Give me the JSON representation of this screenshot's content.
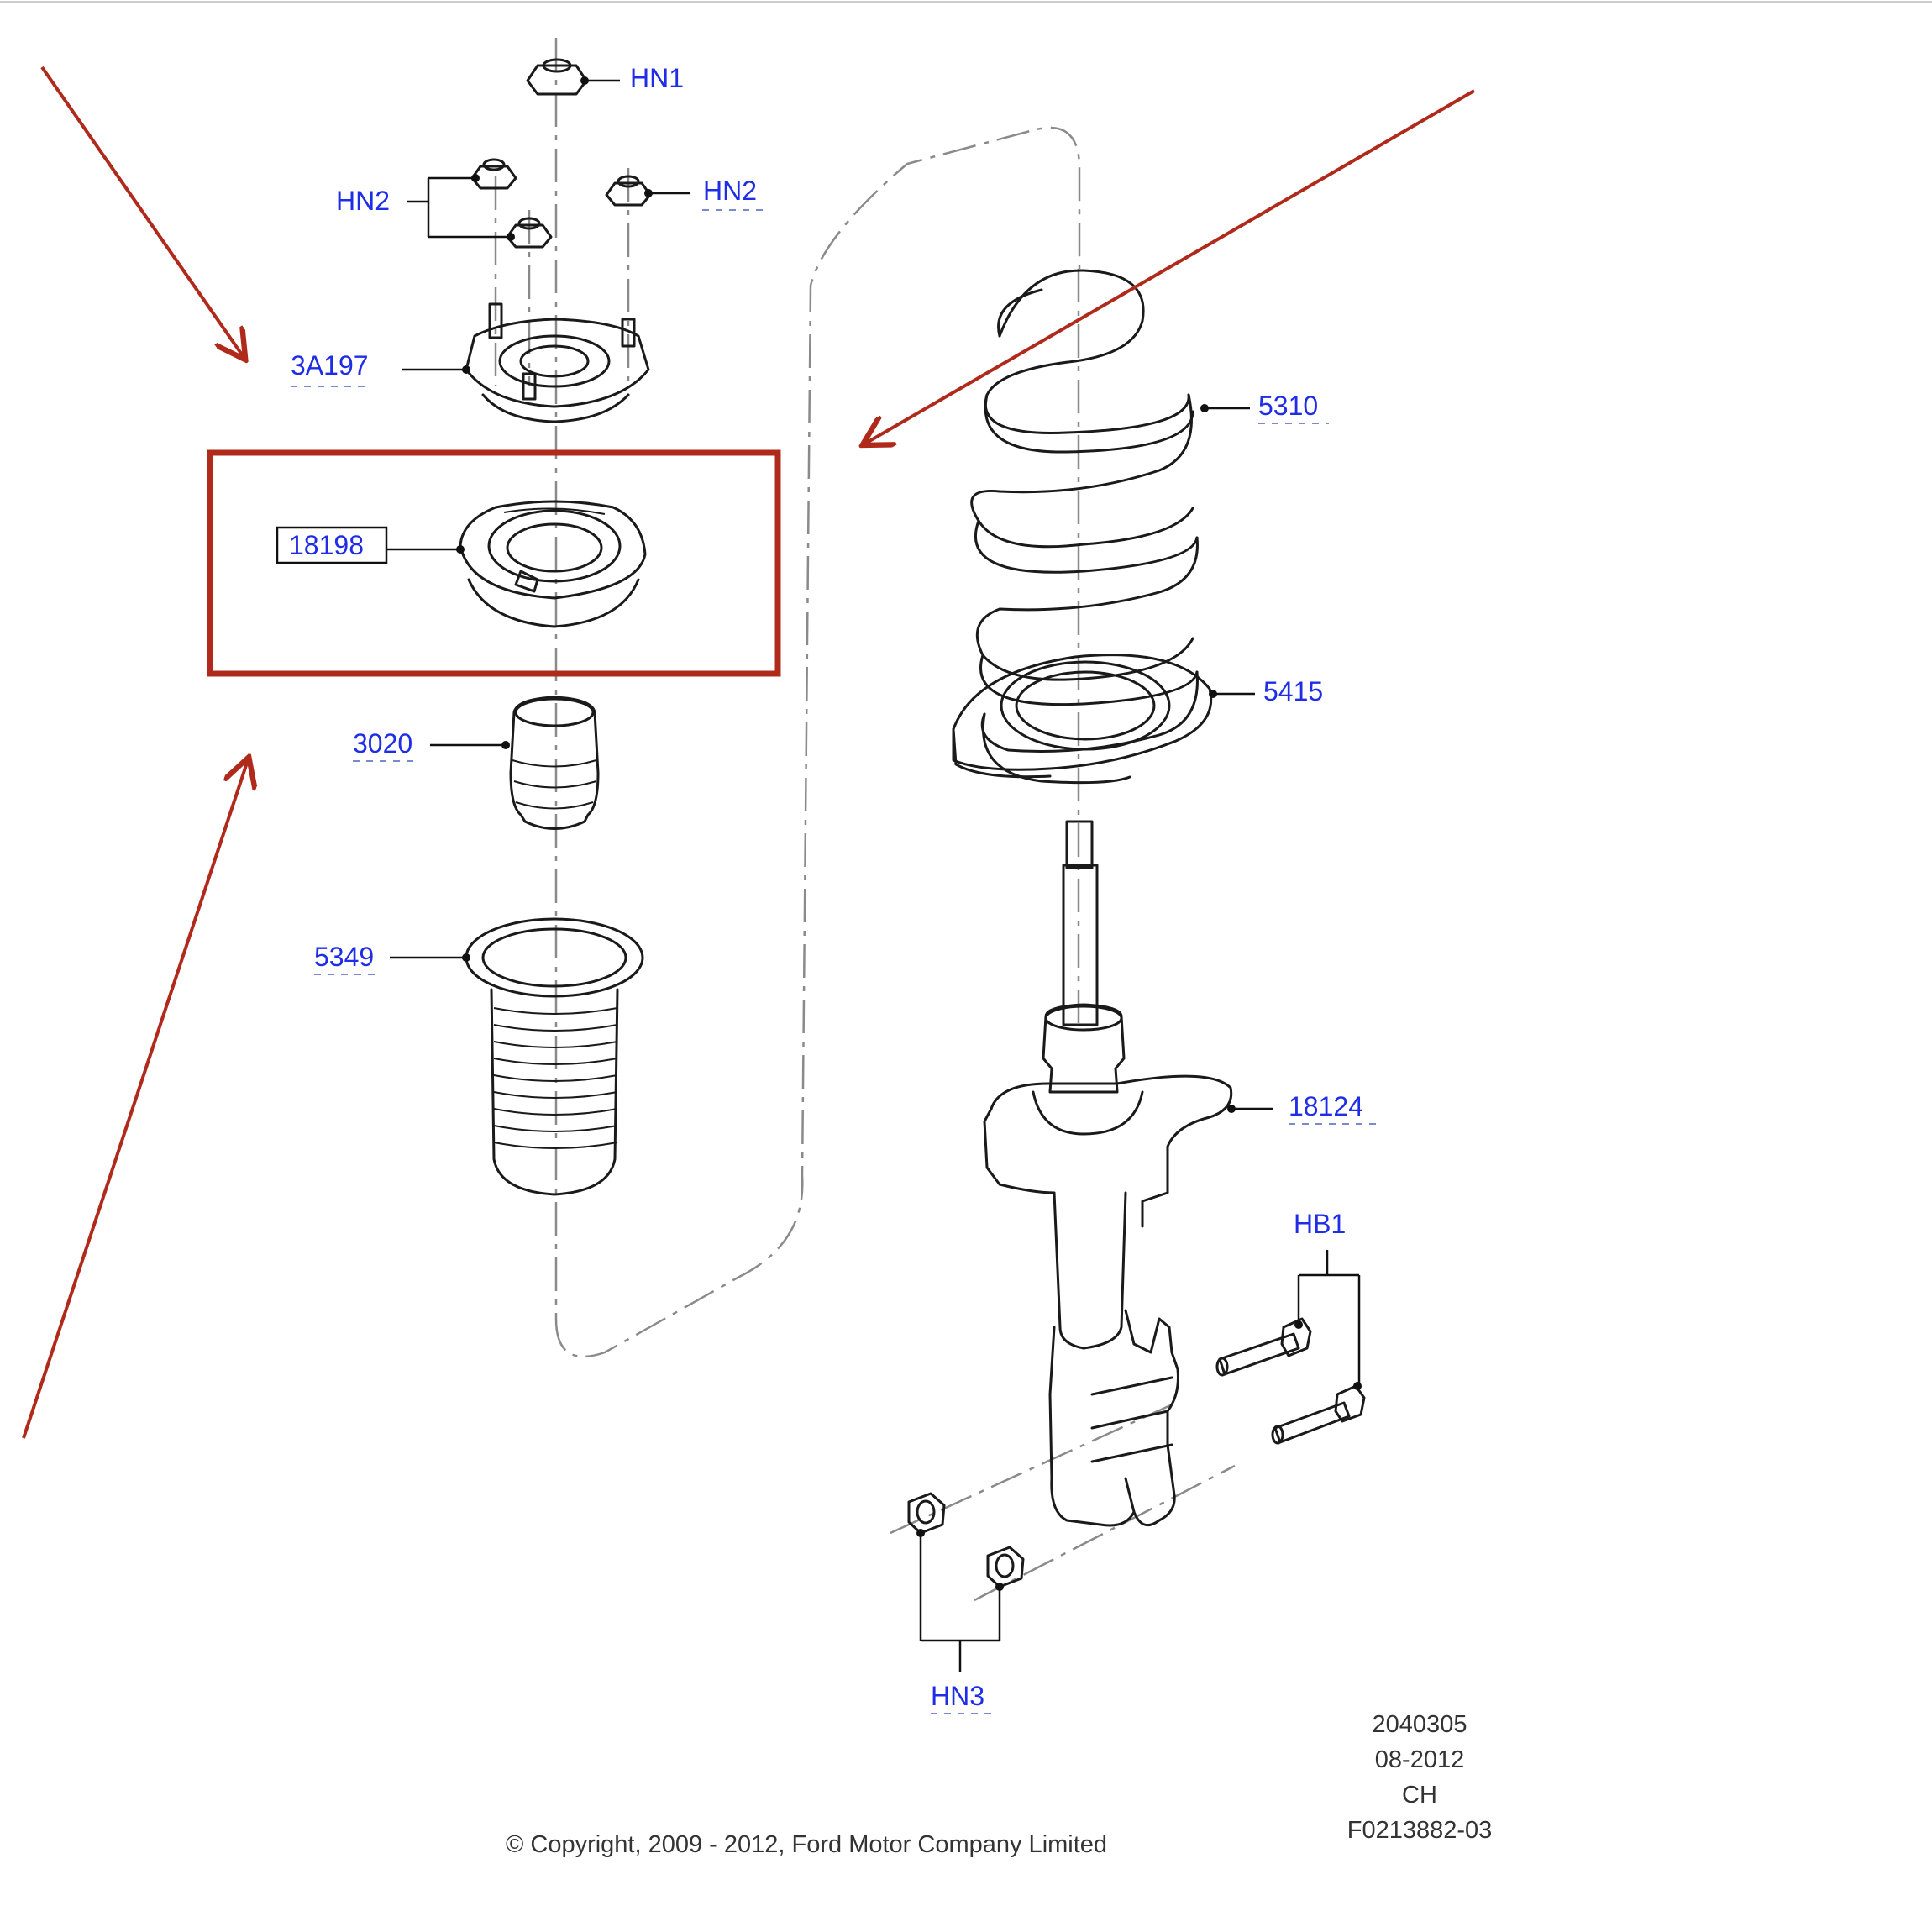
{
  "diagram": {
    "parts": {
      "hn1": "HN1",
      "hn2_left": "HN2",
      "hn2_right": "HN2",
      "3a197": "3A197",
      "18198": "18198",
      "3020": "3020",
      "5349": "5349",
      "5310": "5310",
      "5415": "5415",
      "18124": "18124",
      "hb1": "HB1",
      "hn3": "HN3"
    },
    "meta": {
      "number": "2040305",
      "date": "08-2012",
      "region": "CH",
      "figure_code": "F0213882-03"
    },
    "copyright": "© Copyright, 2009 - 2012, Ford Motor Company Limited"
  },
  "colors": {
    "label_blue": "#1f2de6",
    "highlight_red": "#b02a1c",
    "line": "#1a1a1a",
    "axis_grey": "#8a8a8a"
  }
}
